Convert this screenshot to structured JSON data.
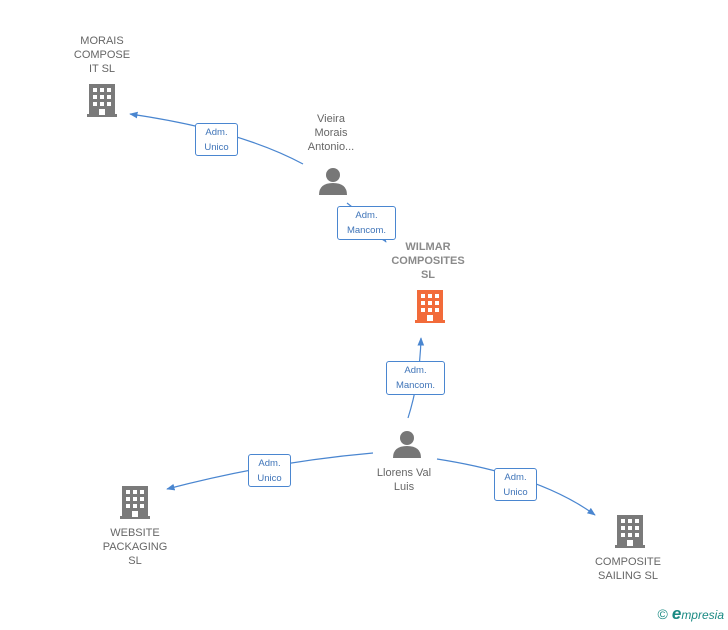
{
  "nodes": {
    "morais": {
      "label": "MORAIS\nCOMPOSE\nIT  SL",
      "type": "company"
    },
    "vieira": {
      "label": "Vieira\nMorais\nAntonio...",
      "type": "person"
    },
    "wilmar": {
      "label": "WILMAR\nCOMPOSITES\nSL",
      "type": "company",
      "color": "#f26b3a"
    },
    "llorens": {
      "label": "Llorens Val\nLuis",
      "type": "person"
    },
    "website": {
      "label": "WEBSITE\nPACKAGING\nSL",
      "type": "company"
    },
    "composite": {
      "label": "COMPOSITE\nSAILING SL",
      "type": "company"
    }
  },
  "relations": {
    "vieira_morais": "Adm.\nUnico",
    "vieira_wilmar": "Adm.\nMancom.",
    "llorens_wilmar": "Adm.\nMancom.",
    "llorens_website": "Adm.\nUnico",
    "llorens_composite": "Adm.\nUnico"
  },
  "colors": {
    "edge": "#4a86d0",
    "company_icon": "#7a7a7a",
    "person_icon": "#777777",
    "highlight": "#f26b3a"
  },
  "footer": {
    "copyright": "©",
    "brand_e": "e",
    "brand_rest": "mpresia"
  }
}
